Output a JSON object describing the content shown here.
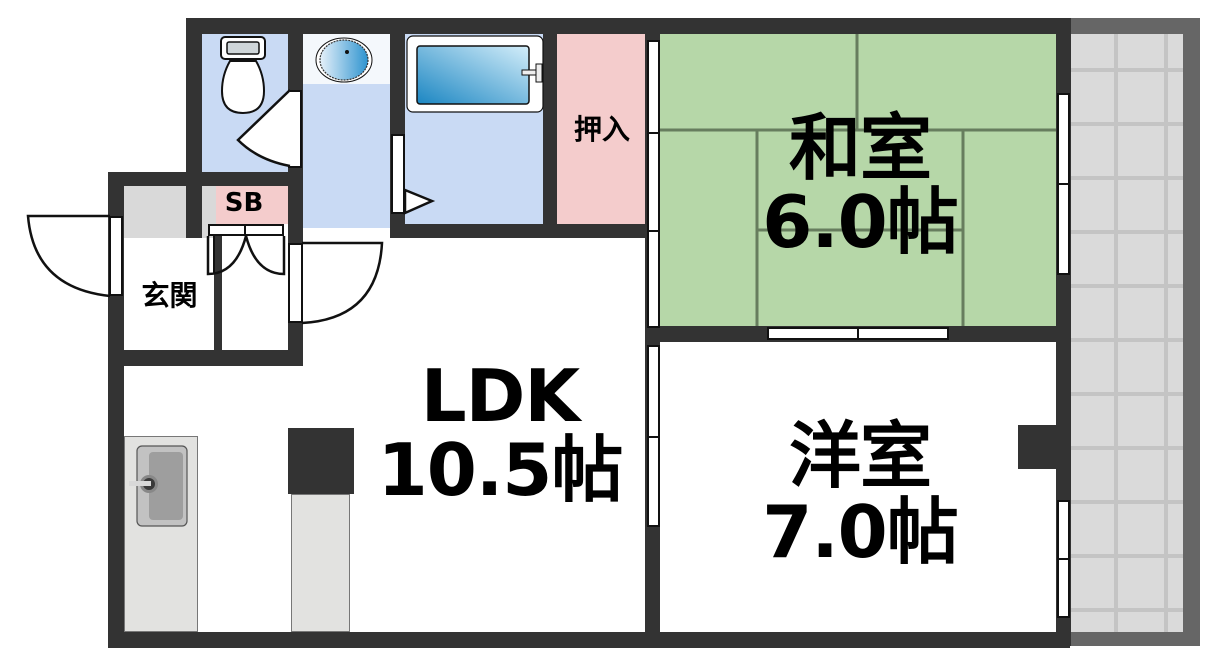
{
  "floor_plan": {
    "rooms": {
      "toilet": {
        "label": ""
      },
      "washroom": {
        "label": ""
      },
      "bath": {
        "label": ""
      },
      "closet": {
        "label": "押入"
      },
      "washitsu": {
        "name": "和室",
        "size": "6.0帖"
      },
      "shoe_box": {
        "label": "SB"
      },
      "entrance": {
        "label": "玄関"
      },
      "ldk": {
        "name": "LDK",
        "size": "10.5帖"
      },
      "youshitsu": {
        "name": "洋室",
        "size": "7.0帖"
      },
      "balcony": {
        "label": ""
      }
    },
    "colors": {
      "wall": "#333333",
      "wet_area": "#c9daf4",
      "closet": "#f4cccc",
      "tatami": "#b6d7a8",
      "tatami_line": "#5a6e52",
      "entrance": "#d9d9d9",
      "balcony": "#dadada",
      "balcony_rail": "#666666",
      "kitchen_counter": "#e2e2e0",
      "bathtub": "#3d9fd6"
    },
    "icons": [
      "toilet-icon",
      "washbasin-icon",
      "bathtub-icon",
      "kitchen-sink-icon",
      "refrigerator-space-icon"
    ]
  }
}
